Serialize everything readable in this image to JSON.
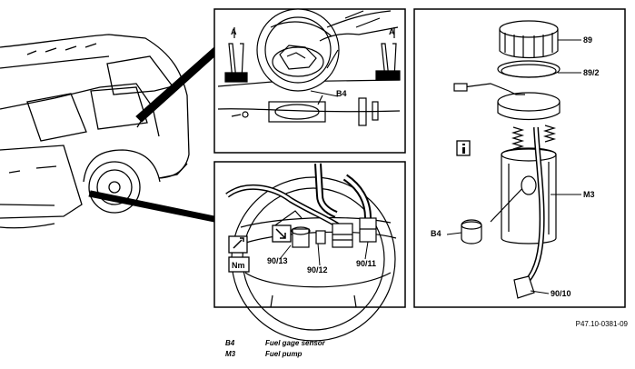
{
  "callouts": {
    "a_left": "A",
    "a_right": "A",
    "b4_top": "B4",
    "p89": "89",
    "p89_2": "89/2",
    "m3": "M3",
    "b4_right": "B4",
    "p90_10": "90/10",
    "p90_13": "90/13",
    "p90_12": "90/12",
    "p90_11": "90/11",
    "nm": "Nm"
  },
  "reference": "P47.10-0381-09",
  "legend": [
    {
      "code": "B4",
      "text": "Fuel gage sensor"
    },
    {
      "code": "M3",
      "text": "Fuel pump"
    }
  ]
}
